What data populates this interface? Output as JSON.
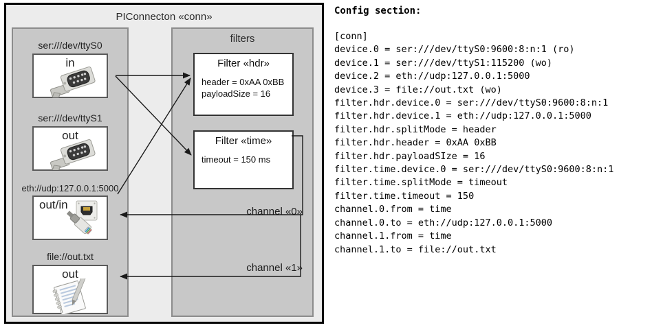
{
  "diagram": {
    "outer_title": "PIConnecton «conn»",
    "devices_panel": {
      "name": "devices",
      "devices": [
        {
          "label": "ser:///dev/ttyS0",
          "word": "in",
          "icon": "serial-port-icon"
        },
        {
          "label": "ser:///dev/ttyS1",
          "word": "out",
          "icon": "serial-port-icon"
        },
        {
          "label": "eth://udp:127.0.0.1:5000",
          "word": "out/in",
          "icon": "ethernet-jack-icon"
        },
        {
          "label": "file://out.txt",
          "word": "out",
          "icon": "notepad-pen-icon"
        }
      ]
    },
    "filters_panel": {
      "title": "filters",
      "filters": [
        {
          "title": "Filter «hdr»",
          "attrs": [
            "header = 0xAA 0xBB",
            "payloadSize = 16"
          ]
        },
        {
          "title": "Filter «time»",
          "attrs": [
            "timeout = 150 ms"
          ]
        }
      ]
    },
    "channels": [
      {
        "label": "channel «0»"
      },
      {
        "label": "channel «1»"
      }
    ],
    "colors": {
      "outer_bg": "#ececec",
      "panel_bg": "#c8c8c8",
      "panel_border": "#8c8c8c",
      "box_bg": "#ffffff",
      "edge": "#1a1a1a"
    }
  },
  "config": {
    "heading": "Config section:",
    "lines": [
      "[conn]",
      "device.0 = ser:///dev/ttyS0:9600:8:n:1 (ro)",
      "device.1 = ser:///dev/ttyS1:115200 (wo)",
      "device.2 = eth://udp:127.0.0.1:5000",
      "device.3 = file://out.txt (wo)",
      "filter.hdr.device.0 = ser:///dev/ttyS0:9600:8:n:1",
      "filter.hdr.device.1 = eth://udp:127.0.0.1:5000",
      "filter.hdr.splitMode = header",
      "filter.hdr.header = 0xAA 0xBB",
      "filter.hdr.payloadSIze = 16",
      "filter.time.device.0 = ser:///dev/ttyS0:9600:8:n:1",
      "filter.time.splitMode = timeout",
      "filter.time.timeout = 150",
      "channel.0.from = time",
      "channel.0.to = eth://udp:127.0.0.1:5000",
      "channel.1.from = time",
      "channel.1.to = file://out.txt"
    ]
  }
}
